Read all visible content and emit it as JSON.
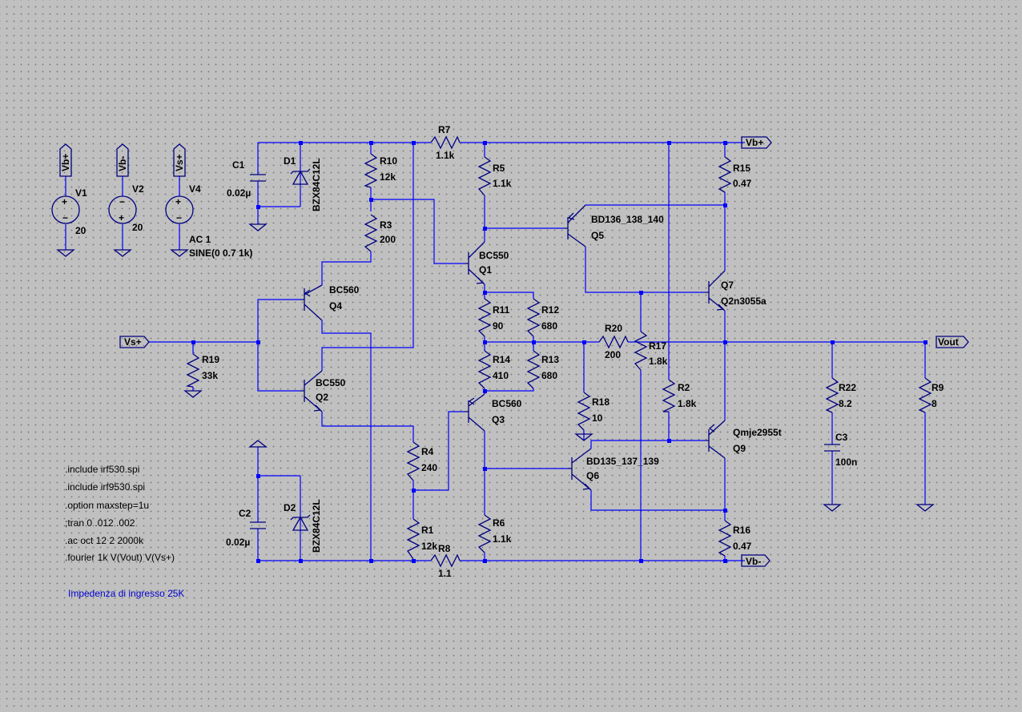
{
  "nets": {
    "vbp": "Vb+",
    "vbm": "Vb-",
    "vsp": "Vs+",
    "vout": "Vout"
  },
  "sources": [
    {
      "name": "V1",
      "value": "20"
    },
    {
      "name": "V2",
      "value": "20"
    },
    {
      "name": "V4",
      "line1": "AC 1",
      "line2": "SINE(0 0.7 1k)"
    }
  ],
  "caps": [
    {
      "name": "C1",
      "value": "0.02µ"
    },
    {
      "name": "C2",
      "value": "0.02µ"
    },
    {
      "name": "C3",
      "value": "100n"
    }
  ],
  "diodes": [
    {
      "name": "D1",
      "part": "BZX84C12L"
    },
    {
      "name": "D2",
      "part": "BZX84C12L"
    }
  ],
  "resistors": {
    "R1": "12k",
    "R2": "1.8k",
    "R3": "200",
    "R4": "240",
    "R5": "1.1k",
    "R6": "1.1k",
    "R7": "1.1k",
    "R8": "1.1",
    "R9": "8",
    "R10": "12k",
    "R11": "90",
    "R12": "680",
    "R13": "680",
    "R14": "410",
    "R15": "0.47",
    "R16": "0.47",
    "R17": "1.8k",
    "R18": "10",
    "R19": "33k",
    "R20": "200",
    "R22": "8.2"
  },
  "transistors": {
    "Q1": "BC550",
    "Q2": "BC550",
    "Q3": "BC560",
    "Q4": "BC560",
    "Q5": "BD136_138_140",
    "Q6": "BD135_137_139",
    "Q7": "Q2n3055a",
    "Q9": "Qmje2955t"
  },
  "directives": [
    ".include irf530.spi",
    ".include irf9530.spi",
    ".option maxstep=1u",
    ";tran 0 .012 .002",
    ".ac oct 12 2 2000k",
    ".fourier 1k V(Vout) V(Vs+)"
  ],
  "comment": "Impedenza di ingresso 25K"
}
